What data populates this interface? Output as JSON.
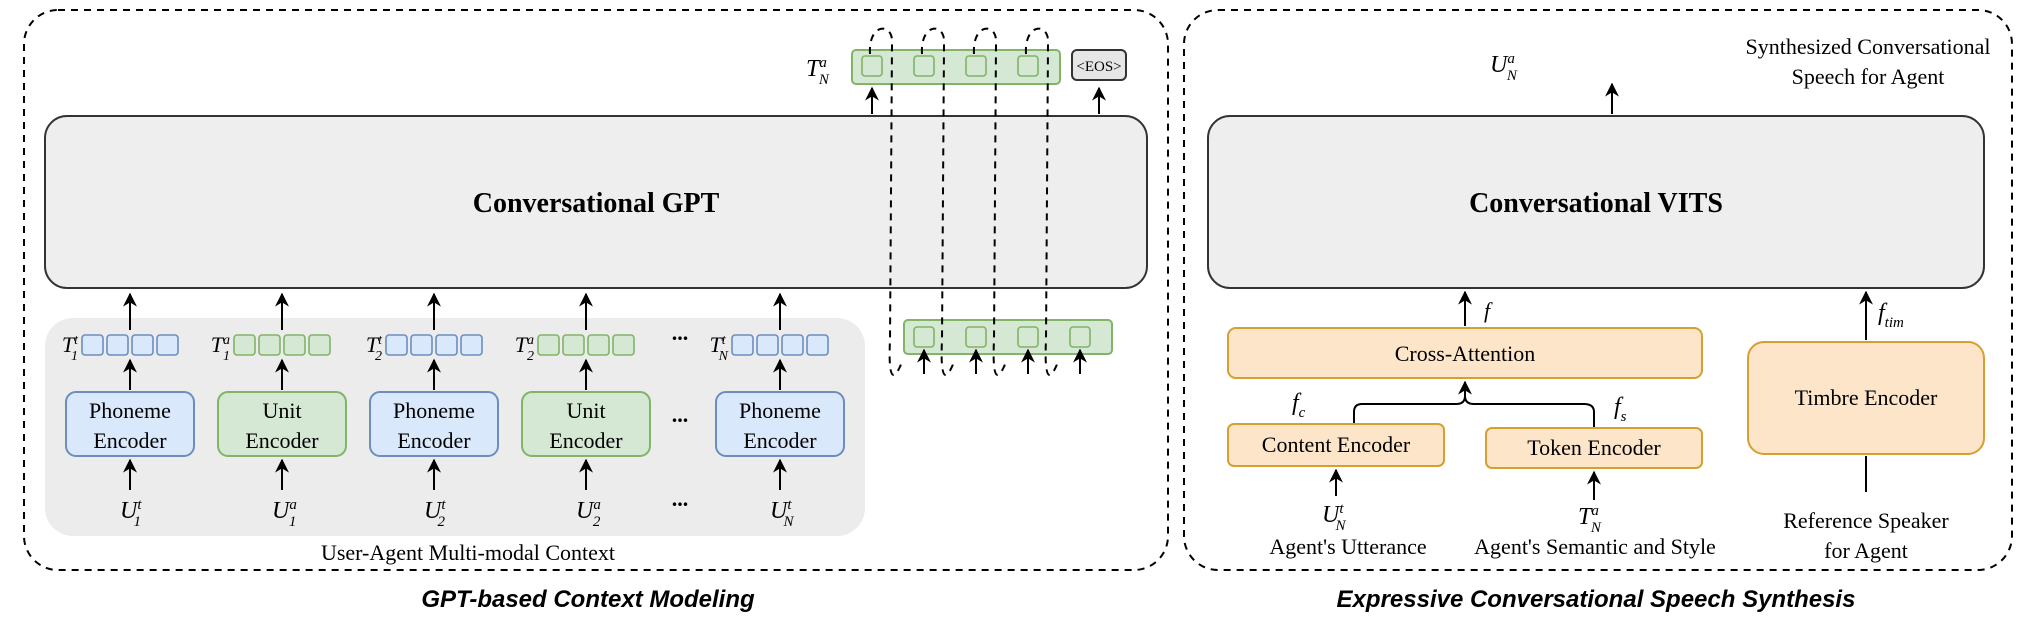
{
  "left_panel": {
    "caption": "GPT-based Context Modeling",
    "model_title": "Conversational GPT",
    "context_label": "User-Agent Multi-modal Context",
    "output_token": {
      "base": "T",
      "sub": "N",
      "sup": "a"
    },
    "eos_label": "<EOS>",
    "ellipsis": "...",
    "encoders": [
      {
        "line1": "Phoneme",
        "line2": "Encoder",
        "kind": "phoneme",
        "token": {
          "base": "T",
          "sub": "1",
          "sup": "t"
        },
        "input": {
          "base": "U",
          "sub": "1",
          "sup": "t"
        }
      },
      {
        "line1": "Unit",
        "line2": "Encoder",
        "kind": "unit",
        "token": {
          "base": "T",
          "sub": "1",
          "sup": "a"
        },
        "input": {
          "base": "U",
          "sub": "1",
          "sup": "a"
        }
      },
      {
        "line1": "Phoneme",
        "line2": "Encoder",
        "kind": "phoneme",
        "token": {
          "base": "T",
          "sub": "2",
          "sup": "t"
        },
        "input": {
          "base": "U",
          "sub": "2",
          "sup": "t"
        }
      },
      {
        "line1": "Unit",
        "line2": "Encoder",
        "kind": "unit",
        "token": {
          "base": "T",
          "sub": "2",
          "sup": "a"
        },
        "input": {
          "base": "U",
          "sub": "2",
          "sup": "a"
        }
      },
      {
        "line1": "Phoneme",
        "line2": "Encoder",
        "kind": "phoneme",
        "token": {
          "base": "T",
          "sub": "N",
          "sup": "t"
        },
        "input": {
          "base": "U",
          "sub": "N",
          "sup": "t"
        }
      }
    ]
  },
  "right_panel": {
    "caption": "Expressive Conversational Speech Synthesis",
    "model_title": "Conversational VITS",
    "output_label": {
      "base": "U",
      "sub": "N",
      "sup": "a"
    },
    "output_caption_line1": "Synthesized Conversational",
    "output_caption_line2": "Speech for Agent",
    "cross_attention": "Cross-Attention",
    "content_encoder": "Content Encoder",
    "token_encoder": "Token Encoder",
    "timbre_encoder": "Timbre Encoder",
    "f_label": "f",
    "fc_label": {
      "base": "f",
      "sub": "c"
    },
    "fs_label": {
      "base": "f",
      "sub": "s"
    },
    "ftim_label": {
      "base": "f",
      "sub": "tim"
    },
    "content_input": {
      "base": "U",
      "sub": "N",
      "sup": "t"
    },
    "token_input": {
      "base": "T",
      "sub": "N",
      "sup": "a"
    },
    "content_caption": "Agent's Utterance",
    "token_caption": "Agent's Semantic and Style",
    "reference_line1": "Reference Speaker",
    "reference_line2": "for Agent"
  },
  "colors": {
    "phoneme_fill": "#dae8fc",
    "phoneme_stroke": "#6c8ebf",
    "unit_fill": "#d5e8d4",
    "unit_stroke": "#82b366",
    "orange_fill": "#fde5c9",
    "orange_stroke": "#d6a030",
    "model_fill": "#eeeeee",
    "context_fill": "#ececec",
    "eos_fill": "#e6e6e6",
    "wave_left": "#b04ec8",
    "wave_right": "#2f3fd8"
  }
}
